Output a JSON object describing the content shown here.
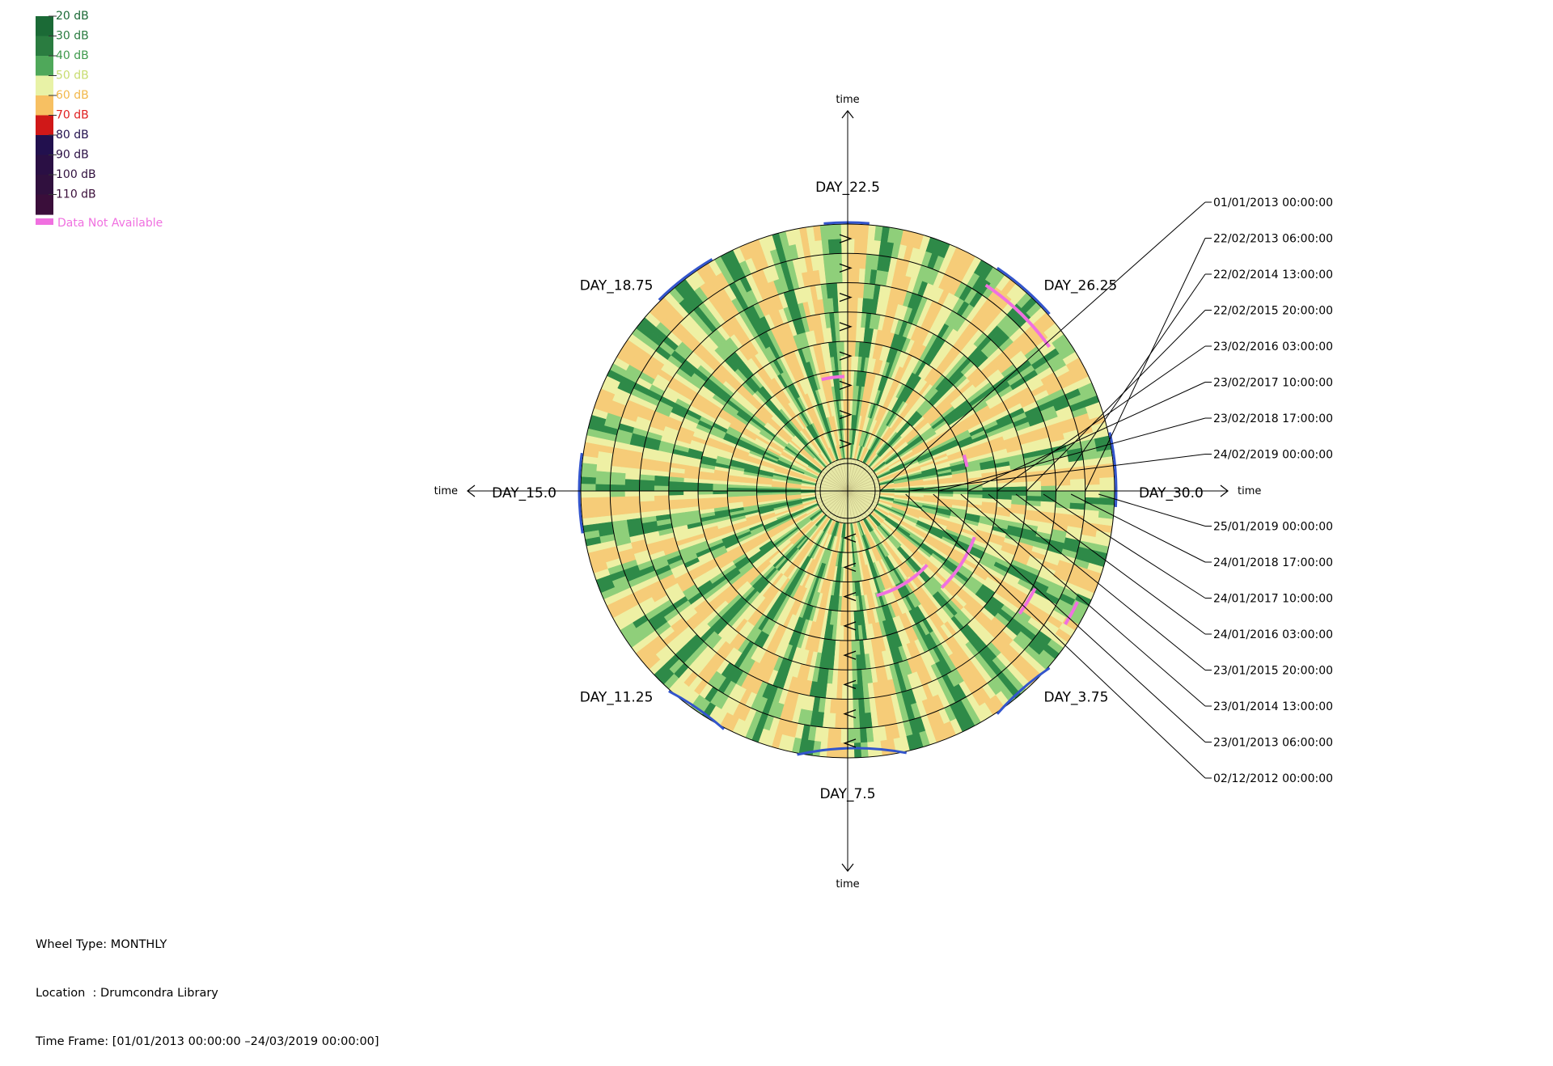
{
  "chart_data": {
    "type": "polar-heatmap",
    "wheel_type": "MONTHLY",
    "scale": {
      "entries": [
        {
          "label": "20 dB",
          "color": "#1b6a36",
          "text_color": "#1b6a36"
        },
        {
          "label": "30 dB",
          "color": "#2a7c40",
          "text_color": "#2a7c40"
        },
        {
          "label": "40 dB",
          "color": "#4fa85a",
          "text_color": "#3e9a4c"
        },
        {
          "label": "50 dB",
          "color": "#e8f2a6",
          "text_color": "#c8dc70"
        },
        {
          "label": "60 dB",
          "color": "#f7c062",
          "text_color": "#f2b84a"
        },
        {
          "label": "70 dB",
          "color": "#d01818",
          "text_color": "#e02020"
        },
        {
          "label": "80 dB",
          "color": "#22104e",
          "text_color": "#22104e"
        },
        {
          "label": "90 dB",
          "color": "#2a0f44",
          "text_color": "#2a0f44"
        },
        {
          "label": "100 dB",
          "color": "#30103e",
          "text_color": "#30103e"
        },
        {
          "label": "110 dB",
          "color": "#3a0e3a",
          "text_color": "#3a0e3a"
        }
      ],
      "na_label": "Data Not Available",
      "na_color": "#f070e0"
    },
    "axis_label": "time",
    "day_labels": [
      "DAY_30.0",
      "DAY_26.25",
      "DAY_22.5",
      "DAY_18.75",
      "DAY_15.0",
      "DAY_11.25",
      "DAY_7.5",
      "DAY_3.75"
    ],
    "rings_start": [
      "01/01/2013 00:00:00",
      "22/02/2013 06:00:00",
      "22/02/2014 13:00:00",
      "22/02/2015 20:00:00",
      "23/02/2016 03:00:00",
      "23/02/2017 10:00:00",
      "23/02/2018 17:00:00",
      "24/02/2019 00:00:00"
    ],
    "rings_end": [
      "25/01/2019 00:00:00",
      "24/01/2018 17:00:00",
      "24/01/2017 10:00:00",
      "24/01/2016 03:00:00",
      "23/01/2015 20:00:00",
      "23/01/2014 13:00:00",
      "23/01/2013 06:00:00",
      "02/12/2012 00:00:00"
    ],
    "colors": {
      "green_dark": "#2e8a48",
      "green": "#8fcf7a",
      "yellow": "#eef0a4",
      "orange": "#f6cc78",
      "blue_marker": "#3355cc"
    }
  },
  "info": {
    "wheel_type": "Wheel Type: MONTHLY",
    "location": "Location  : Drumcondra Library",
    "time_frame": "Time Frame: [01/01/2013 00:00:00 –24/03/2019 00:00:00]"
  }
}
